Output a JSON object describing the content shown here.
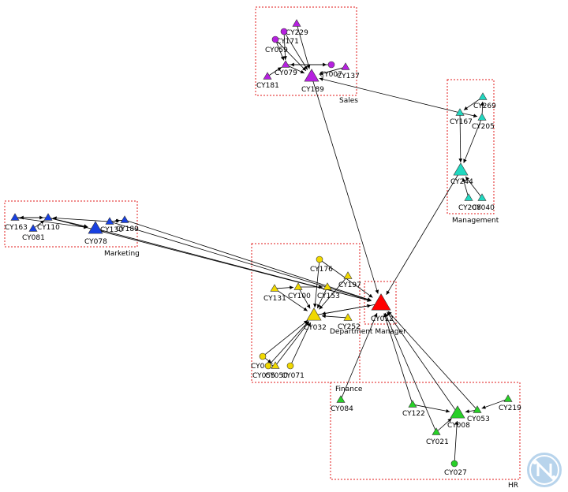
{
  "colors": {
    "Sales": "#b620e0",
    "Management": "#20d8c0",
    "Marketing": "#1840e0",
    "Finance": "#f0d800",
    "HR": "#28d028",
    "Department Manager": "#ff0000",
    "group_border": "#e01818",
    "edge": "#000000",
    "logo": "#b8d4ec"
  },
  "groups": [
    {
      "id": "sales",
      "label": "Sales"
    },
    {
      "id": "management",
      "label": "Management"
    },
    {
      "id": "marketing",
      "label": "Marketing"
    },
    {
      "id": "finance",
      "label": "Finance"
    },
    {
      "id": "hr",
      "label": "HR"
    },
    {
      "id": "deptmgr",
      "label": "Department Manager"
    }
  ],
  "nodes": [
    {
      "id": "CY229",
      "dept": "Sales",
      "shape": "triangle",
      "size": "small"
    },
    {
      "id": "CY171",
      "dept": "Sales",
      "shape": "circle",
      "size": "small"
    },
    {
      "id": "CY059",
      "dept": "Sales",
      "shape": "circle",
      "size": "small"
    },
    {
      "id": "CY079",
      "dept": "Sales",
      "shape": "triangle",
      "size": "small"
    },
    {
      "id": "CY181",
      "dept": "Sales",
      "shape": "triangle",
      "size": "small"
    },
    {
      "id": "CY189",
      "dept": "Sales",
      "shape": "triangle",
      "size": "large"
    },
    {
      "id": "CY007",
      "dept": "Sales",
      "shape": "circle",
      "size": "small"
    },
    {
      "id": "CY137",
      "dept": "Sales",
      "shape": "triangle",
      "size": "small"
    },
    {
      "id": "CY269",
      "dept": "Management",
      "shape": "triangle",
      "size": "small"
    },
    {
      "id": "CY167",
      "dept": "Management",
      "shape": "triangle",
      "size": "small"
    },
    {
      "id": "CY205",
      "dept": "Management",
      "shape": "triangle",
      "size": "small"
    },
    {
      "id": "CY244",
      "dept": "Management",
      "shape": "triangle",
      "size": "large"
    },
    {
      "id": "CY208",
      "dept": "Management",
      "shape": "triangle",
      "size": "small"
    },
    {
      "id": "CY040",
      "dept": "Management",
      "shape": "triangle",
      "size": "small"
    },
    {
      "id": "CY163",
      "dept": "Marketing",
      "shape": "triangle",
      "size": "small"
    },
    {
      "id": "CY081",
      "dept": "Marketing",
      "shape": "triangle",
      "size": "small"
    },
    {
      "id": "CY110",
      "dept": "Marketing",
      "shape": "triangle",
      "size": "small"
    },
    {
      "id": "CY078",
      "dept": "Marketing",
      "shape": "triangle",
      "size": "large"
    },
    {
      "id": "CY130",
      "dept": "Marketing",
      "shape": "triangle",
      "size": "small"
    },
    {
      "id": "CY189b",
      "label": "CY189",
      "dept": "Marketing",
      "shape": "triangle",
      "size": "small"
    },
    {
      "id": "CY176",
      "dept": "Finance",
      "shape": "circle",
      "size": "small"
    },
    {
      "id": "CY197",
      "dept": "Finance",
      "shape": "triangle",
      "size": "small"
    },
    {
      "id": "CY131",
      "dept": "Finance",
      "shape": "triangle",
      "size": "small"
    },
    {
      "id": "CY100",
      "dept": "Finance",
      "shape": "triangle",
      "size": "small"
    },
    {
      "id": "CY153",
      "dept": "Finance",
      "shape": "triangle",
      "size": "small"
    },
    {
      "id": "CY032",
      "dept": "Finance",
      "shape": "triangle",
      "size": "large"
    },
    {
      "id": "CY252",
      "dept": "Finance",
      "shape": "triangle",
      "size": "small"
    },
    {
      "id": "CY046",
      "dept": "Finance",
      "shape": "circle",
      "size": "small"
    },
    {
      "id": "CY055",
      "dept": "Finance",
      "shape": "circle",
      "size": "small"
    },
    {
      "id": "CY050",
      "dept": "Finance",
      "shape": "triangle",
      "size": "small"
    },
    {
      "id": "CY071",
      "dept": "Finance",
      "shape": "circle",
      "size": "small"
    },
    {
      "id": "CY012",
      "dept": "Department Manager",
      "shape": "triangle",
      "size": "xlarge"
    },
    {
      "id": "CY084",
      "dept": "HR",
      "shape": "triangle",
      "size": "small"
    },
    {
      "id": "CY122",
      "dept": "HR",
      "shape": "triangle",
      "size": "small"
    },
    {
      "id": "CY008",
      "dept": "HR",
      "shape": "triangle",
      "size": "large"
    },
    {
      "id": "CY053",
      "dept": "HR",
      "shape": "triangle",
      "size": "small"
    },
    {
      "id": "CY219",
      "dept": "HR",
      "shape": "triangle",
      "size": "small"
    },
    {
      "id": "CY021",
      "dept": "HR",
      "shape": "triangle",
      "size": "small"
    },
    {
      "id": "CY027",
      "dept": "HR",
      "shape": "circle",
      "size": "small"
    }
  ],
  "edges": [
    [
      "CY229",
      "CY189"
    ],
    [
      "CY171",
      "CY189"
    ],
    [
      "CY059",
      "CY189"
    ],
    [
      "CY079",
      "CY189"
    ],
    [
      "CY181",
      "CY079"
    ],
    [
      "CY007",
      "CY079"
    ],
    [
      "CY079",
      "CY007"
    ],
    [
      "CY137",
      "CY189"
    ],
    [
      "CY059",
      "CY079"
    ],
    [
      "CY171",
      "CY079"
    ],
    [
      "CY167",
      "CY189"
    ],
    [
      "CY189",
      "CY012"
    ],
    [
      "CY269",
      "CY167"
    ],
    [
      "CY167",
      "CY205"
    ],
    [
      "CY205",
      "CY269"
    ],
    [
      "CY167",
      "CY244"
    ],
    [
      "CY205",
      "CY244"
    ],
    [
      "CY208",
      "CY244"
    ],
    [
      "CY040",
      "CY244"
    ],
    [
      "CY244",
      "CY012"
    ],
    [
      "CY163",
      "CY110"
    ],
    [
      "CY110",
      "CY163"
    ],
    [
      "CY081",
      "CY110"
    ],
    [
      "CY110",
      "CY078"
    ],
    [
      "CY130",
      "CY110"
    ],
    [
      "CY189b",
      "CY130"
    ],
    [
      "CY130",
      "CY189b"
    ],
    [
      "CY163",
      "CY078"
    ],
    [
      "CY110",
      "CY012"
    ],
    [
      "CY130",
      "CY012"
    ],
    [
      "CY189b",
      "CY012"
    ],
    [
      "CY078",
      "CY012"
    ],
    [
      "CY176",
      "CY032"
    ],
    [
      "CY197",
      "CY032"
    ],
    [
      "CY131",
      "CY032"
    ],
    [
      "CY100",
      "CY032"
    ],
    [
      "CY153",
      "CY032"
    ],
    [
      "CY131",
      "CY100"
    ],
    [
      "CY100",
      "CY153"
    ],
    [
      "CY252",
      "CY032"
    ],
    [
      "CY046",
      "CY032"
    ],
    [
      "CY055",
      "CY032"
    ],
    [
      "CY050",
      "CY032"
    ],
    [
      "CY071",
      "CY032"
    ],
    [
      "CY046",
      "CY050"
    ],
    [
      "CY032",
      "CY012"
    ],
    [
      "CY012",
      "CY032"
    ],
    [
      "CY176",
      "CY012"
    ],
    [
      "CY084",
      "CY012"
    ],
    [
      "CY122",
      "CY012"
    ],
    [
      "CY008",
      "CY012"
    ],
    [
      "CY053",
      "CY012"
    ],
    [
      "CY021",
      "CY012"
    ],
    [
      "CY122",
      "CY008"
    ],
    [
      "CY219",
      "CY053"
    ],
    [
      "CY021",
      "CY008"
    ],
    [
      "CY027",
      "CY008"
    ],
    [
      "CY053",
      "CY008"
    ]
  ]
}
